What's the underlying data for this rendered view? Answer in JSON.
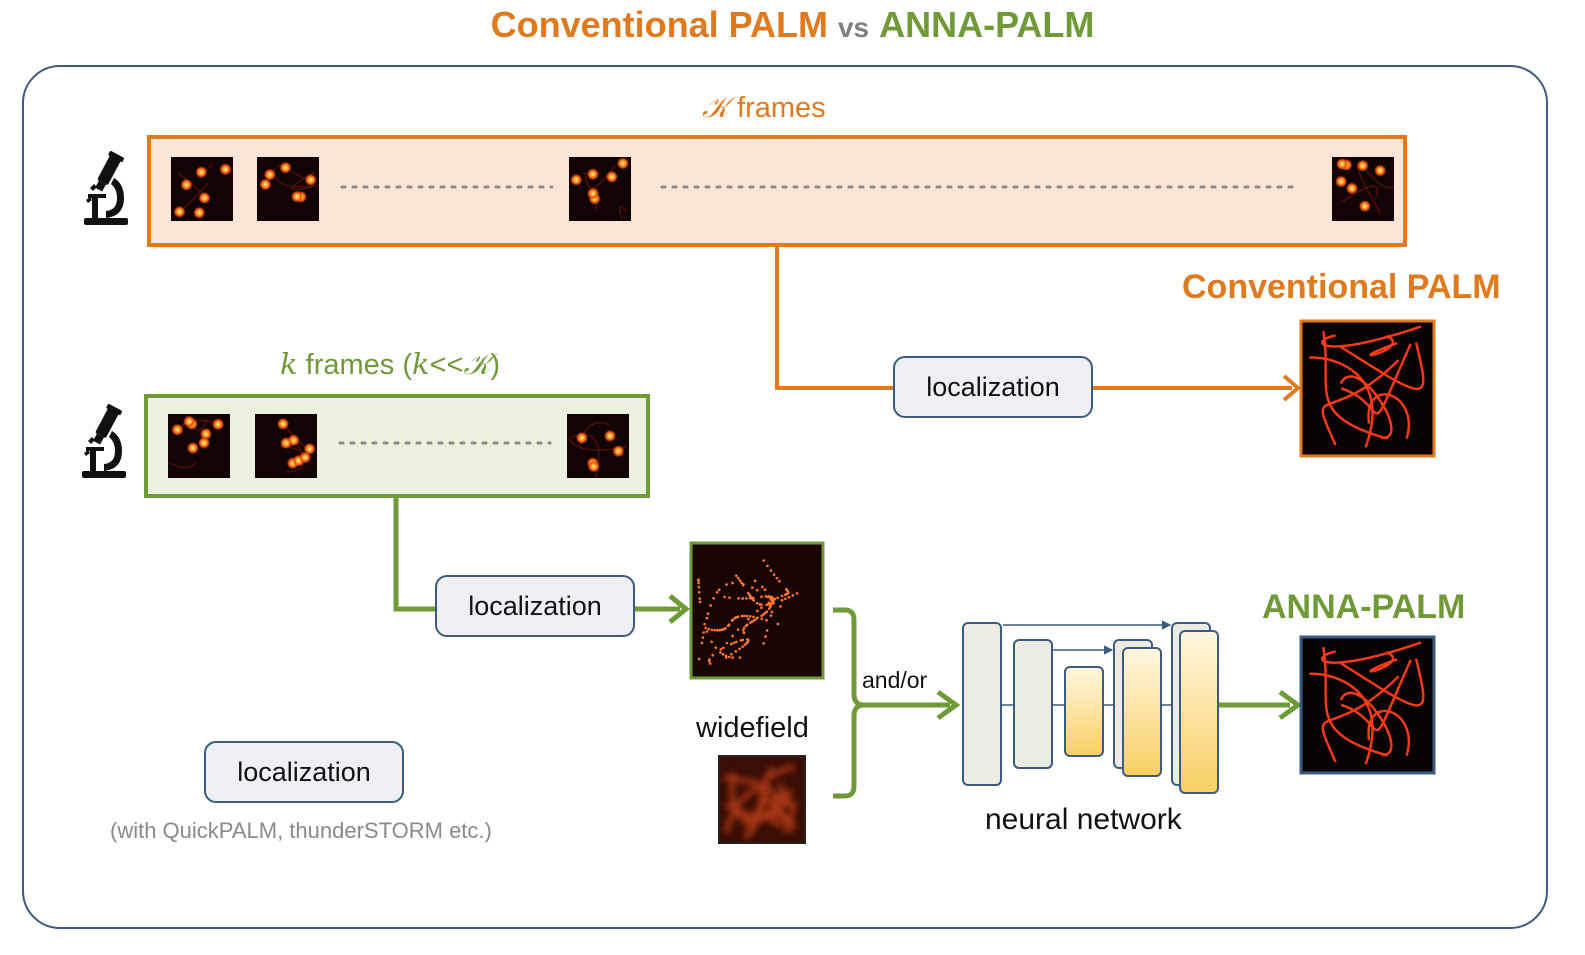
{
  "title": {
    "conventional": "Conventional PALM",
    "vs": "vs",
    "anna": "ANNA-PALM"
  },
  "top_row": {
    "label_prefix": "𝒦",
    "label_suffix": " frames"
  },
  "middle_row": {
    "label_k": "k",
    "label_mid": " frames  (",
    "label_k2": "k",
    "label_rel": "<<",
    "label_K": "𝒦",
    "label_close": ")"
  },
  "conventional_output": {
    "heading": "Conventional PALM"
  },
  "anna_output": {
    "heading": "ANNA-PALM"
  },
  "localization_top": "localization",
  "localization_mid": "localization",
  "localization_legend": "localization",
  "legend_note": "(with QuickPALM, thunderSTORM etc.)",
  "and_or": "and/or",
  "widefield": "widefield",
  "neural_network": "neural network",
  "colors": {
    "orange": "#e07a1f",
    "green": "#6f9a37",
    "navy": "#3d5a80",
    "orange_fill": "#fbe5d6",
    "green_fill": "#ebf1de"
  },
  "icons": [
    "microscope-icon",
    "microscope-icon"
  ]
}
